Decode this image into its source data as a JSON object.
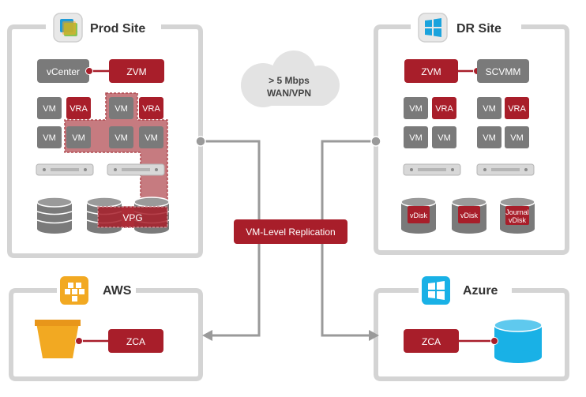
{
  "sites": {
    "prod": {
      "title": "Prod Site",
      "vcenter_label": "vCenter",
      "zvm_label": "ZVM",
      "vm_label": "VM",
      "vra_label": "VRA",
      "vpg_label": "VPG",
      "icon": "vmware-vsphere-icon"
    },
    "dr": {
      "title": "DR Site",
      "zvm_label": "ZVM",
      "scvmm_label": "SCVMM",
      "vm_label": "VM",
      "vra_label": "VRA",
      "vdisk_label": "vDisk",
      "journal_line1": "Journal",
      "journal_line2": "vDisk",
      "icon": "windows-icon"
    },
    "aws": {
      "title": "AWS",
      "zca_label": "ZCA",
      "icon": "aws-icon"
    },
    "azure": {
      "title": "Azure",
      "zca_label": "ZCA",
      "icon": "windows-icon"
    }
  },
  "cloud": {
    "line1": "> 5 Mbps",
    "line2": "WAN/VPN"
  },
  "replication": {
    "label": "VM-Level Replication"
  },
  "colors": {
    "accent_red": "#a81e2a",
    "dark_gray": "#7a7a7a",
    "frame_gray": "#d4d4d4",
    "cloud_gray": "#e3e3e3",
    "aws_orange": "#f2a922",
    "azure_blue": "#19b1e6"
  }
}
